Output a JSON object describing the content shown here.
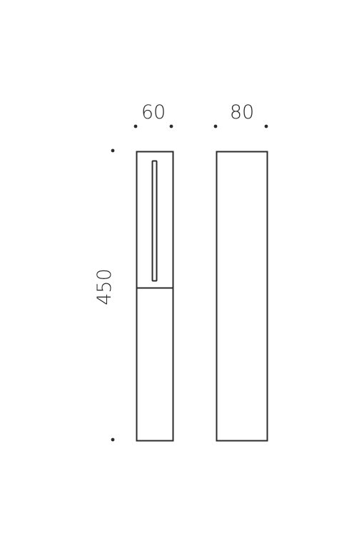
{
  "dimensions": {
    "front_width": "60",
    "side_depth": "80",
    "height": "450"
  },
  "colors": {
    "stroke": "#2b2b2b",
    "background": "#ffffff"
  }
}
